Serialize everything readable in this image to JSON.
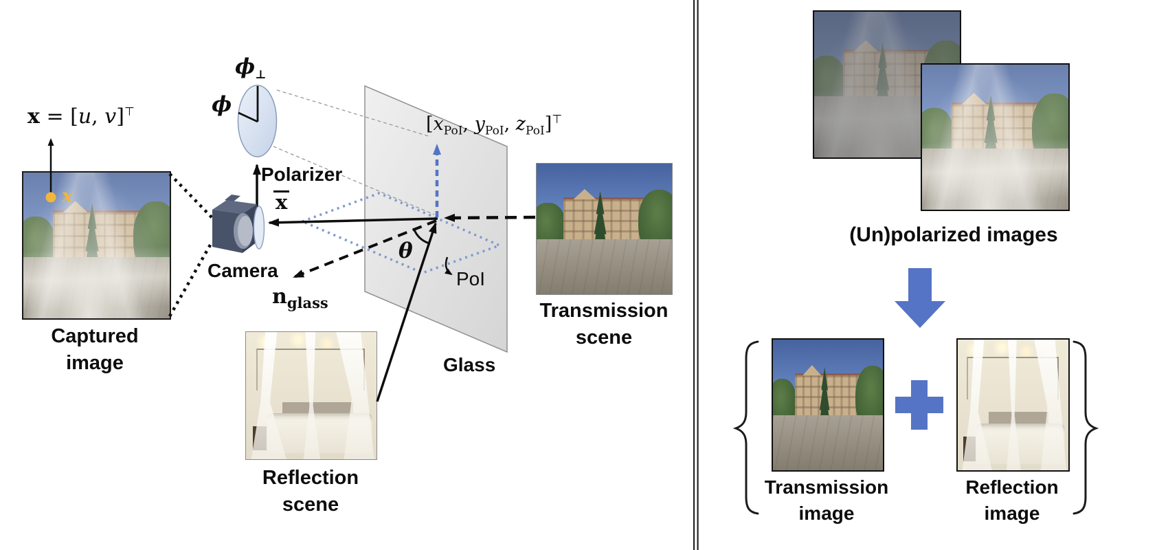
{
  "figure": {
    "left": {
      "pixel_formula": {
        "x": "x",
        "equals": "=",
        "open": "[",
        "u": "u",
        "comma": ",",
        "v": "v",
        "close": "]",
        "transpose": "⊤"
      },
      "point_marker": "x",
      "captured_label": [
        "Captured",
        "image"
      ],
      "polarizer": {
        "label": "Polarizer",
        "phi": "ϕ",
        "phi_perp_base": "ϕ",
        "perp": "⊥"
      },
      "camera_label": "Camera",
      "xbar": "x",
      "glass_normal": {
        "base": "n",
        "sub": "glass"
      },
      "theta": "θ",
      "poi_axes": {
        "open": "[",
        "x": "x",
        "xsub": "PoI",
        "c1": ", ",
        "y": "y",
        "ysub": "PoI",
        "c2": ", ",
        "z": "z",
        "zsub": "PoI",
        "close": "]",
        "transpose": "⊤"
      },
      "poi_label": "PoI",
      "glass_label": "Glass",
      "transmission_label": [
        "Transmission",
        "scene"
      ],
      "reflection_label": [
        "Reflection",
        "scene"
      ]
    },
    "right": {
      "unpolarized_label": "(Un)polarized images",
      "transmission_label": [
        "Transmission",
        "image"
      ],
      "reflection_label": [
        "Reflection",
        "image"
      ]
    },
    "colors": {
      "accent_blue": "#5574c6",
      "poi_dot_blue": "#7d9ace",
      "marker_yellow": "#f1b63c",
      "glass_fill": "#e4e4e4",
      "camera_body": "#485269"
    }
  }
}
